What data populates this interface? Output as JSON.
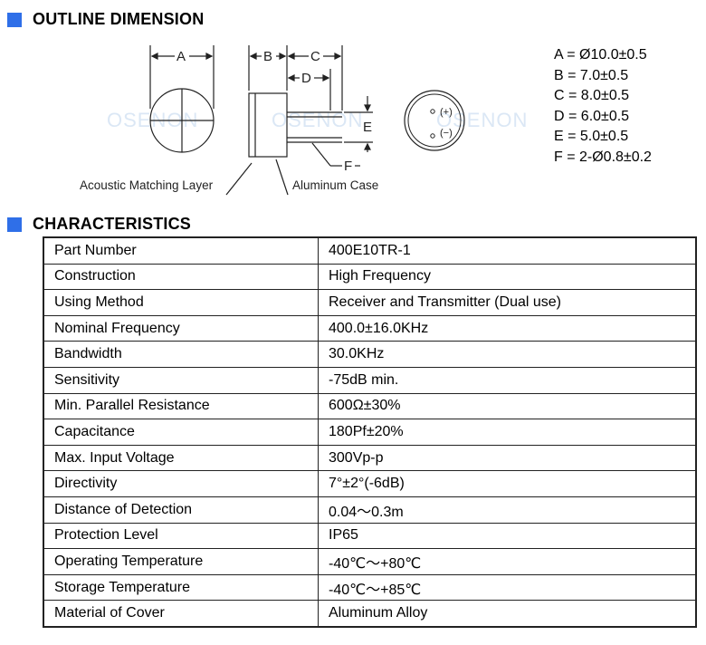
{
  "outline": {
    "title": "OUTLINE DIMENSION",
    "drawing_labels": {
      "a": "A",
      "b": "B",
      "c": "C",
      "d": "D",
      "e": "E",
      "f": "F",
      "plus": "(+)",
      "minus": "(−)",
      "layer": "Acoustic Matching Layer",
      "case": "Aluminum Case"
    },
    "watermarks": [
      "OSENON",
      "OSENON",
      "OSENON"
    ],
    "dimensions": [
      "A = Ø10.0±0.5",
      "B = 7.0±0.5",
      "C = 8.0±0.5",
      "D = 6.0±0.5",
      "E = 5.0±0.5",
      "F = 2-Ø0.8±0.2"
    ]
  },
  "characteristics": {
    "title": "CHARACTERISTICS",
    "rows": [
      [
        "Part Number",
        "400E10TR-1"
      ],
      [
        "Construction",
        "High Frequency"
      ],
      [
        "Using Method",
        "Receiver and Transmitter (Dual use)"
      ],
      [
        "Nominal Frequency",
        "400.0±16.0KHz"
      ],
      [
        "Bandwidth",
        "30.0KHz"
      ],
      [
        "Sensitivity",
        "-75dB min."
      ],
      [
        "Min. Parallel Resistance",
        "600Ω±30%"
      ],
      [
        "Capacitance",
        "180Pf±20%"
      ],
      [
        "Max. Input Voltage",
        "300Vp-p"
      ],
      [
        "Directivity",
        "7°±2°(-6dB)"
      ],
      [
        "Distance of Detection",
        "0.04～0.3m"
      ],
      [
        "Protection Level",
        "IP65"
      ],
      [
        "Operating Temperature",
        "-40℃～+80℃"
      ],
      [
        "Storage Temperature",
        "-40℃～+85℃"
      ],
      [
        "Material of Cover",
        "Aluminum Alloy"
      ]
    ]
  },
  "colors": {
    "accent": "#2f6fe8",
    "watermark": "#cfe0f2",
    "line": "#222222"
  }
}
